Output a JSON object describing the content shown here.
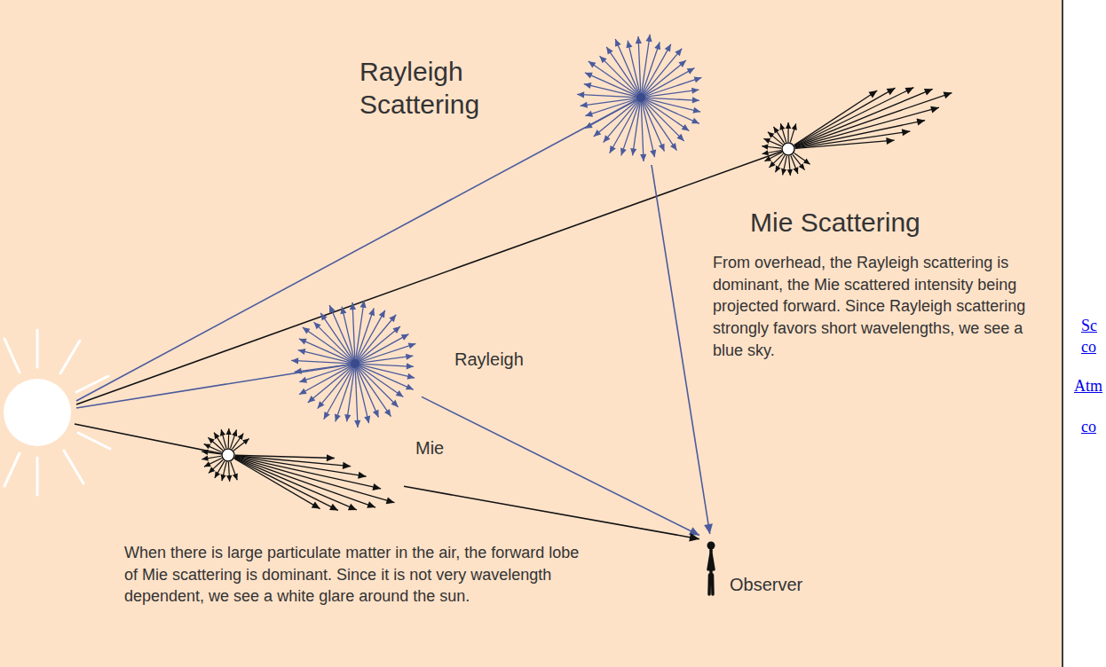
{
  "diagram": {
    "nodes": [
      {
        "text": [
          "Rayleigh Scattering"
        ]
      },
      {
        "text": [
          "Mie Scattering"
        ]
      },
      {
        "text": [
          "Rayleigh"
        ]
      },
      {
        "text": [
          "Mie"
        ]
      },
      {
        "text": [
          "Observer"
        ]
      }
    ],
    "edges": [
      {
        "from": 0,
        "to": 4,
        "arrow": "to"
      },
      {
        "from": 2,
        "to": 4,
        "arrow": "to"
      },
      {
        "from": 3,
        "to": 4,
        "arrow": "to"
      }
    ],
    "labels": [
      "From overhead, the Rayleigh scattering is dominant, the Mie scattered intensity being projected forward. Since Rayleigh scattering strongly favors short wavelengths, we see a blue sky.",
      "When there is large particulate matter in the air, the forward lobe of Mie scattering is dominant. Since it is not very wavelength dependent, we see a white glare around the sun.",
      "Sc",
      "co",
      "Atm",
      "co"
    ]
  }
}
